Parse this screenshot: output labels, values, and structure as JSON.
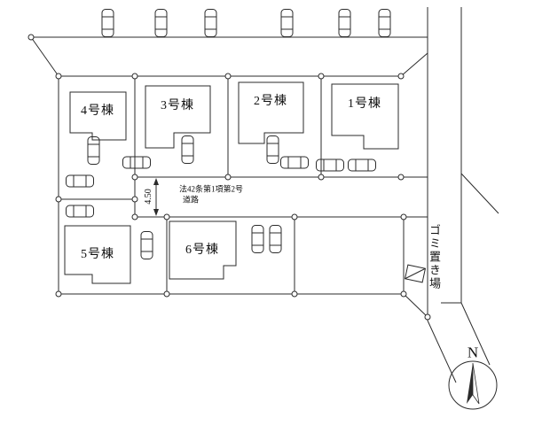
{
  "plan": {
    "lots": [
      {
        "label": "4号棟"
      },
      {
        "label": "3号棟"
      },
      {
        "label": "2号棟"
      },
      {
        "label": "1号棟"
      },
      {
        "label": "5号棟"
      },
      {
        "label": "6号棟"
      }
    ],
    "private_road": {
      "designation_line1": "法42条第1項第2号",
      "designation_line2": "道路",
      "width_label": "4.50"
    },
    "garbage_label": "ゴミ置き場",
    "compass": {
      "north_label": "N"
    },
    "colors": {
      "line": "#2b2b2b",
      "background": "#ffffff",
      "text": "#111111"
    }
  }
}
